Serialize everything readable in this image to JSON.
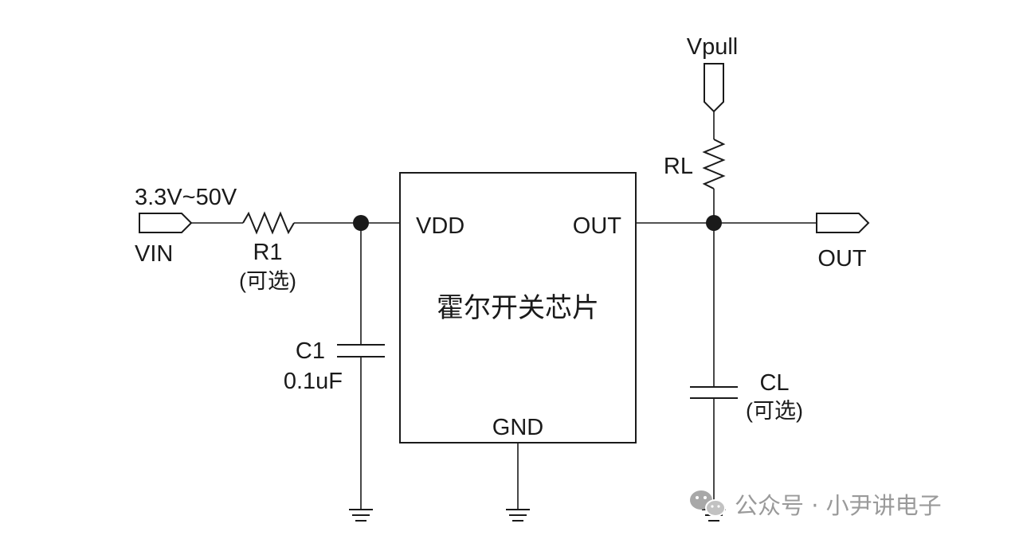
{
  "input": {
    "voltage_range": "3.3V~50V",
    "port_label": "VIN"
  },
  "r1": {
    "name": "R1",
    "note": "(可选)"
  },
  "c1": {
    "name": "C1",
    "value": "0.1uF"
  },
  "chip": {
    "title": "霍尔开关芯片",
    "pin_vdd": "VDD",
    "pin_out": "OUT",
    "pin_gnd": "GND"
  },
  "pullup": {
    "supply": "Vpull",
    "resistor": "RL"
  },
  "cl": {
    "name": "CL",
    "note": "(可选)"
  },
  "output": {
    "port_label": "OUT"
  },
  "watermark": {
    "text": "公众号 · 小尹讲电子",
    "icon": "wechat-icon"
  }
}
